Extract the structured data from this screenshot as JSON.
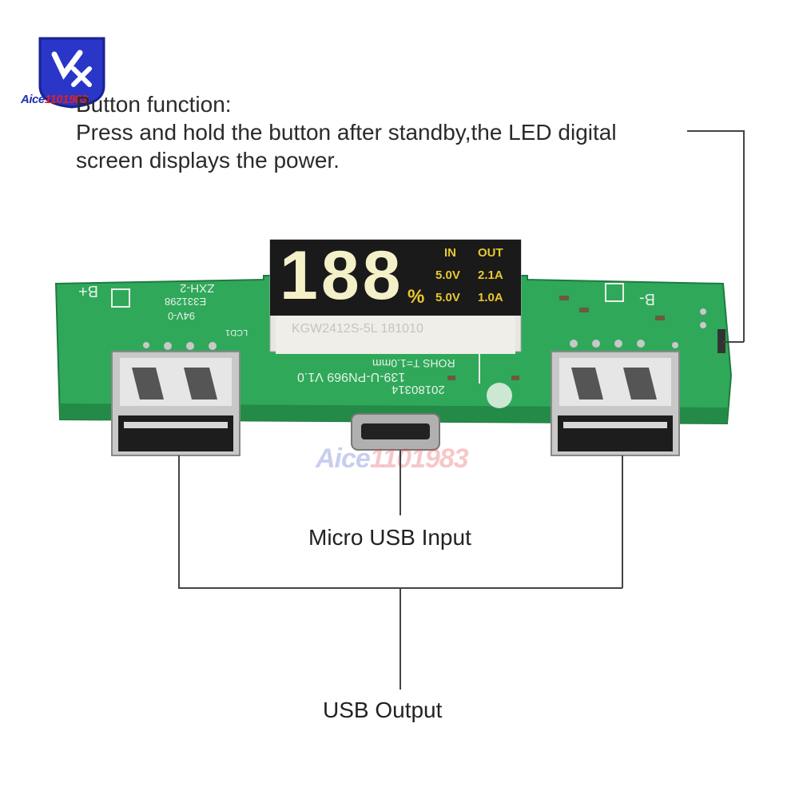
{
  "logo": {
    "brand_part1": "Aice",
    "brand_part2": "1101983",
    "colors": {
      "blue": "#1c2fb3",
      "red": "#e02222"
    }
  },
  "caption": {
    "line1": "Button function:",
    "line2": "Press and hold the button after standby,the LED digital",
    "line3": "screen displays the power."
  },
  "labels": {
    "micro_usb_input": "Micro USB Input",
    "usb_output": "USB Output"
  },
  "pcb": {
    "display_digits": "188",
    "display_percent": "%",
    "display_in": "IN",
    "display_out": "OUT",
    "in_spec": "5.0V",
    "out1_spec": "2.1A",
    "in_spec2": "5.0V",
    "out2_spec": "1.0A",
    "display_part_no": "KGW2412S-5L 181010",
    "silk_bplus": "B+",
    "silk_bminus": "B-",
    "silk_zxh": "ZXH-2",
    "silk_e331": "E331298",
    "silk_94v": "94V-0",
    "silk_lcd": "LCD1",
    "silk_rohs": "ROHS T=1.0mm",
    "silk_model": "139-U-PN969 V1.0",
    "silk_date": "20180314",
    "colors": {
      "board": "#2fa85a",
      "display_bg": "#1a1a1a",
      "display_fg": "#f4f0c8",
      "display_text": "#e8c830"
    }
  },
  "watermark": {
    "part1": "Aice",
    "part2": "1101983"
  }
}
